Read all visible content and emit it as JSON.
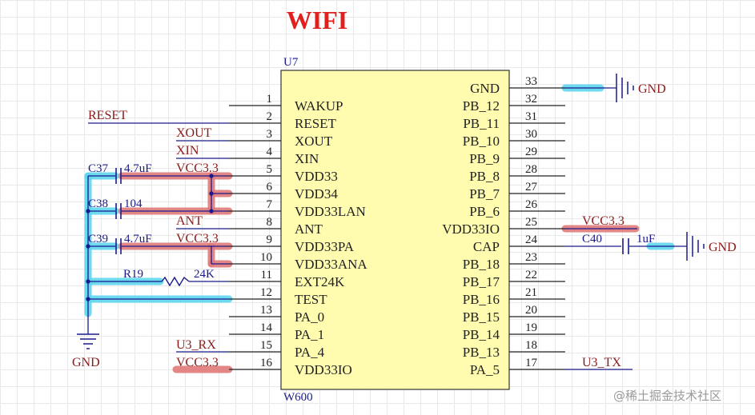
{
  "title": "WIFI",
  "chip": {
    "designator": "U7",
    "part": "W600",
    "left_pins": [
      {
        "num": "1",
        "name": "WAKUP"
      },
      {
        "num": "2",
        "name": "RESET"
      },
      {
        "num": "3",
        "name": "XOUT"
      },
      {
        "num": "4",
        "name": "XIN"
      },
      {
        "num": "5",
        "name": "VDD33"
      },
      {
        "num": "6",
        "name": "VDD34"
      },
      {
        "num": "7",
        "name": "VDD33LAN"
      },
      {
        "num": "8",
        "name": "ANT"
      },
      {
        "num": "9",
        "name": "VDD33PA"
      },
      {
        "num": "10",
        "name": "VDD33ANA"
      },
      {
        "num": "11",
        "name": "EXT24K"
      },
      {
        "num": "12",
        "name": "TEST"
      },
      {
        "num": "13",
        "name": "PA_0"
      },
      {
        "num": "14",
        "name": "PA_1"
      },
      {
        "num": "15",
        "name": "PA_4"
      },
      {
        "num": "16",
        "name": "VDD33IO"
      }
    ],
    "right_pins": [
      {
        "num": "33",
        "name": "GND"
      },
      {
        "num": "32",
        "name": "PB_12"
      },
      {
        "num": "31",
        "name": "PB_11"
      },
      {
        "num": "30",
        "name": "PB_10"
      },
      {
        "num": "29",
        "name": "PB_9"
      },
      {
        "num": "28",
        "name": "PB_8"
      },
      {
        "num": "27",
        "name": "PB_7"
      },
      {
        "num": "26",
        "name": "PB_6"
      },
      {
        "num": "25",
        "name": "VDD33IO"
      },
      {
        "num": "24",
        "name": "CAP"
      },
      {
        "num": "23",
        "name": "PB_18"
      },
      {
        "num": "22",
        "name": "PB_17"
      },
      {
        "num": "21",
        "name": "PB_16"
      },
      {
        "num": "20",
        "name": "PB_15"
      },
      {
        "num": "19",
        "name": "PB_14"
      },
      {
        "num": "18",
        "name": "PB_13"
      },
      {
        "num": "17",
        "name": "PA_5"
      }
    ]
  },
  "nets": {
    "reset": "RESET",
    "xout": "XOUT",
    "xin": "XIN",
    "ant": "ANT",
    "vcc_pin5": "VCC3.3",
    "vcc_pin9": "VCC3.3",
    "vcc_pin16": "VCC3.3",
    "vcc_pin25": "VCC3.3",
    "u3_rx": "U3_RX",
    "u3_tx": "U3_TX",
    "gnd_left": "GND",
    "gnd_top": "GND",
    "gnd_cap": "GND"
  },
  "components": {
    "c37": {
      "ref": "C37",
      "value": "4.7uF"
    },
    "c38": {
      "ref": "C38",
      "value": "104"
    },
    "c39": {
      "ref": "C39",
      "value": "4.7uF"
    },
    "c40": {
      "ref": "C40",
      "value": "1uF"
    },
    "r19": {
      "ref": "R19",
      "value": "24K"
    }
  },
  "watermark": "@稀土掘金技术社区",
  "colors": {
    "title": "#e0201c",
    "wire": "#1a1a8c",
    "net_label": "#8a1a1a",
    "chip_fill": "#fffcb0",
    "pin": "#222222",
    "highlight_red": "#e07a7a",
    "highlight_cyan": "#5ed6ee"
  }
}
